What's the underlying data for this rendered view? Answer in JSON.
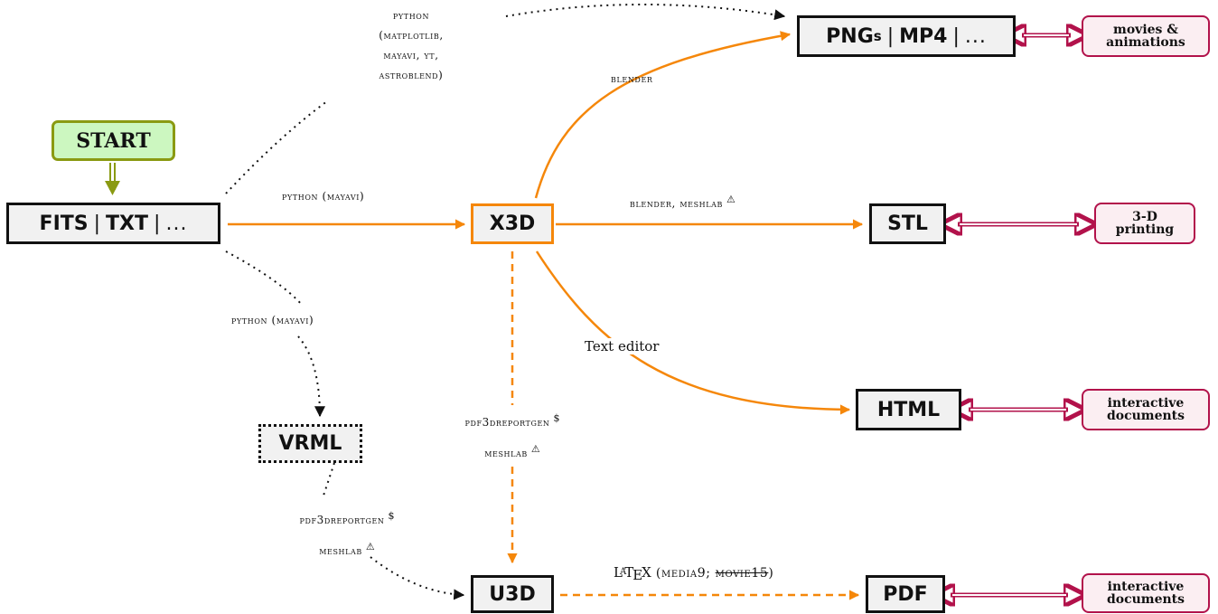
{
  "nodes": {
    "start": "START",
    "source": {
      "fits": "FITS",
      "txt": "TXT",
      "sep": "|",
      "more": "..."
    },
    "x3d": "X3D",
    "pngs": {
      "png": "PNG",
      "s": "s",
      "mp4": "MP4",
      "sep": "|",
      "more": "..."
    },
    "stl": "STL",
    "html": "HTML",
    "vrml": "VRML",
    "u3d": "U3D",
    "pdf": "PDF"
  },
  "outputs": {
    "movies": [
      "movies &",
      "animations"
    ],
    "printing": [
      "3-D",
      "printing"
    ],
    "interactive_html": [
      "interactive",
      "documents"
    ],
    "interactive_pdf": [
      "interactive",
      "documents"
    ]
  },
  "labels": {
    "python_tools": [
      "python",
      "(matplotlib,",
      "mayavi, yt,",
      "astroblend)"
    ],
    "python_mayavi_x3d": "python (mayavi)",
    "python_mayavi_vrml": "python (mayavi)",
    "blender": "blender",
    "blender_meshlab": "blender, meshlab",
    "text_editor": "Text editor",
    "pdf3d_mid": "pdf3dreportgen",
    "meshlab_mid": "meshlab",
    "pdf3d_left": "pdf3dreportgen",
    "meshlab_left": "meshlab",
    "latex": {
      "la": "L",
      "a": "A",
      "t": "T",
      "e": "E",
      "x": "X",
      "open": "(media9;",
      "strike": "movie15",
      "close": ")"
    }
  },
  "symbols": {
    "dollar": "$",
    "warning": "⚠"
  },
  "colors": {
    "orange": "#f5870a",
    "black": "#111111",
    "crimson": "#b2124b",
    "olive": "#8a9a12",
    "start_fill": "#ccf7c0",
    "node_fill": "#f1f1f1",
    "output_fill": "#fbeef2"
  }
}
